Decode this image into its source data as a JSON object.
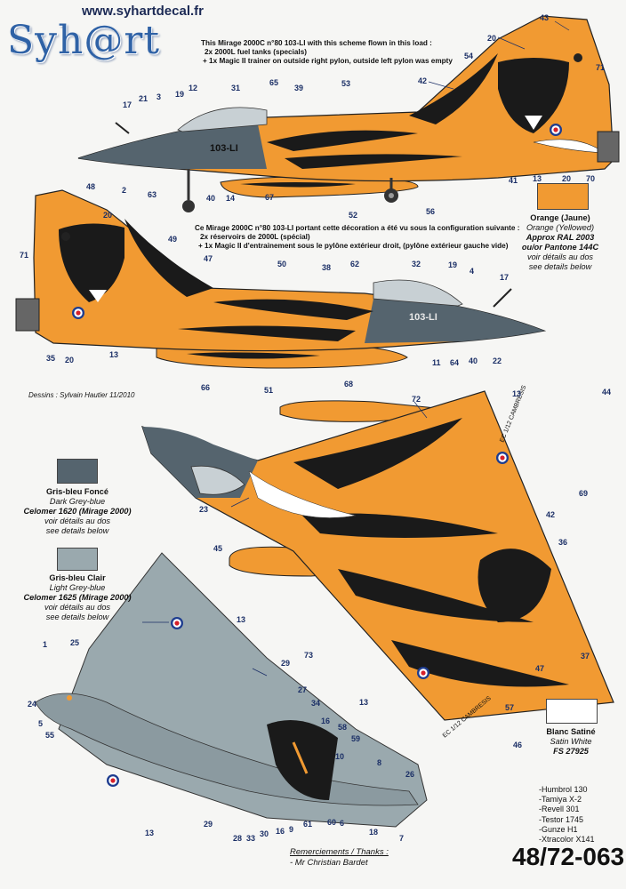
{
  "header": {
    "url": "www.syhartdecal.fr",
    "logo": "Syh@rt"
  },
  "notes": {
    "english": [
      "This Mirage 2000C n°80 103-LI with this scheme flown in this load :",
      "2x 2000L fuel tanks (specials)",
      "+ 1x Magic II trainer on outside right pylon, outside left pylon was empty"
    ],
    "french": [
      "Ce Mirage 2000C n°80 103-LI portant cette décoration a été vu sous la configuration suivante :",
      "2x réservoirs de 2000L (spécial)",
      "+ 1x Magic II d'entrainement sous le pylône extérieur droit, (pylône extérieur gauche vide)"
    ]
  },
  "credit": "Dessins : Sylvain Hautier 11/2010",
  "aircraft_code": "103-LI",
  "roundel_text": "EC 1/12 CAMBRESIS",
  "swatches": {
    "orange": {
      "color": "#f19a32",
      "lines": [
        {
          "text": "Orange (Jaune)",
          "style": "b"
        },
        {
          "text": "Orange (Yellowed)",
          "style": "i"
        },
        {
          "text": "Approx RAL 2003",
          "style": "bi"
        },
        {
          "text": "ou/or Pantone 144C",
          "style": "bi"
        },
        {
          "text": "voir détails au dos",
          "style": "i"
        },
        {
          "text": "see details below",
          "style": "i"
        }
      ]
    },
    "dark_grey": {
      "color": "#55646e",
      "lines": [
        {
          "text": "Gris-bleu Foncé",
          "style": "b"
        },
        {
          "text": "Dark Grey-blue",
          "style": "i"
        },
        {
          "text": "Celomer 1620 (Mirage 2000)",
          "style": "bi"
        },
        {
          "text": "voir détails au dos",
          "style": "i"
        },
        {
          "text": "see details below",
          "style": "i"
        }
      ]
    },
    "light_grey": {
      "color": "#9aa9ae",
      "lines": [
        {
          "text": "Gris-bleu Clair",
          "style": "b"
        },
        {
          "text": "Light Grey-blue",
          "style": "i"
        },
        {
          "text": "Celomer 1625 (Mirage 2000)",
          "style": "bi"
        },
        {
          "text": "voir détails au dos",
          "style": "i"
        },
        {
          "text": "see details below",
          "style": "i"
        }
      ]
    },
    "white": {
      "color": "#ffffff",
      "lines": [
        {
          "text": "Blanc Satiné",
          "style": "b"
        },
        {
          "text": "Satin White",
          "style": "i"
        },
        {
          "text": "FS 27925",
          "style": "bi"
        }
      ]
    }
  },
  "paints": [
    "-Humbrol 130",
    "-Tamiya X-2",
    "-Revell 301",
    "-Testor 1745",
    "-Gunze H1",
    "-Xtracolor X141"
  ],
  "thanks": {
    "title": "Remerciements / Thanks :",
    "name": "- Mr Christian Bardet"
  },
  "reference": "48/72-063",
  "callouts": [
    {
      "id": "c1",
      "text": "43"
    },
    {
      "id": "c2",
      "text": "20"
    },
    {
      "id": "c3",
      "text": "71"
    },
    {
      "id": "c4",
      "text": "54"
    },
    {
      "id": "c5",
      "text": "42"
    },
    {
      "id": "c6",
      "text": "53"
    },
    {
      "id": "c7",
      "text": "39"
    },
    {
      "id": "c8",
      "text": "65"
    },
    {
      "id": "c9",
      "text": "31"
    },
    {
      "id": "c10",
      "text": "12"
    },
    {
      "id": "c11",
      "text": "19"
    },
    {
      "id": "c12",
      "text": "3"
    },
    {
      "id": "c13",
      "text": "21"
    },
    {
      "id": "c14",
      "text": "17"
    },
    {
      "id": "c15",
      "text": "2"
    },
    {
      "id": "c16",
      "text": "63"
    },
    {
      "id": "c17",
      "text": "40"
    },
    {
      "id": "c18",
      "text": "14"
    },
    {
      "id": "c19",
      "text": "67"
    },
    {
      "id": "c20",
      "text": "52"
    },
    {
      "id": "c21",
      "text": "56"
    },
    {
      "id": "c22",
      "text": "41"
    },
    {
      "id": "c23",
      "text": "13"
    },
    {
      "id": "c24",
      "text": "20"
    },
    {
      "id": "c25",
      "text": "70"
    },
    {
      "id": "c26",
      "text": "48"
    },
    {
      "id": "c27",
      "text": "20"
    },
    {
      "id": "c28",
      "text": "49"
    },
    {
      "id": "c29",
      "text": "71"
    },
    {
      "id": "c30",
      "text": "47"
    },
    {
      "id": "c31",
      "text": "50"
    },
    {
      "id": "c32",
      "text": "38"
    },
    {
      "id": "c33",
      "text": "62"
    },
    {
      "id": "c34",
      "text": "32"
    },
    {
      "id": "c35",
      "text": "19"
    },
    {
      "id": "c36",
      "text": "4"
    },
    {
      "id": "c37",
      "text": "17"
    },
    {
      "id": "c38",
      "text": "35"
    },
    {
      "id": "c39",
      "text": "20"
    },
    {
      "id": "c40",
      "text": "13"
    },
    {
      "id": "c41",
      "text": "66"
    },
    {
      "id": "c42",
      "text": "51"
    },
    {
      "id": "c43",
      "text": "68"
    },
    {
      "id": "c44",
      "text": "11"
    },
    {
      "id": "c45",
      "text": "64"
    },
    {
      "id": "c46",
      "text": "40"
    },
    {
      "id": "c47",
      "text": "22"
    },
    {
      "id": "c48",
      "text": "72"
    },
    {
      "id": "c49",
      "text": "13"
    },
    {
      "id": "c50",
      "text": "44"
    },
    {
      "id": "c51",
      "text": "69"
    },
    {
      "id": "c52",
      "text": "23"
    },
    {
      "id": "c53",
      "text": "42"
    },
    {
      "id": "c54",
      "text": "45"
    },
    {
      "id": "c55",
      "text": "36"
    },
    {
      "id": "c56",
      "text": "37"
    },
    {
      "id": "c57",
      "text": "47"
    },
    {
      "id": "c58",
      "text": "73"
    },
    {
      "id": "c59",
      "text": "13"
    },
    {
      "id": "c60",
      "text": "57"
    },
    {
      "id": "c61",
      "text": "46"
    },
    {
      "id": "c62",
      "text": "13"
    },
    {
      "id": "c63",
      "text": "1"
    },
    {
      "id": "c64",
      "text": "25"
    },
    {
      "id": "c65",
      "text": "24"
    },
    {
      "id": "c66",
      "text": "5"
    },
    {
      "id": "c67",
      "text": "55"
    },
    {
      "id": "c68",
      "text": "29"
    },
    {
      "id": "c69",
      "text": "27"
    },
    {
      "id": "c70",
      "text": "34"
    },
    {
      "id": "c71",
      "text": "16"
    },
    {
      "id": "c72",
      "text": "58"
    },
    {
      "id": "c73",
      "text": "59"
    },
    {
      "id": "c74",
      "text": "10"
    },
    {
      "id": "c75",
      "text": "8"
    },
    {
      "id": "c76",
      "text": "26"
    },
    {
      "id": "c77",
      "text": "7"
    },
    {
      "id": "c78",
      "text": "18"
    },
    {
      "id": "c79",
      "text": "6"
    },
    {
      "id": "c80",
      "text": "60"
    },
    {
      "id": "c81",
      "text": "61"
    },
    {
      "id": "c82",
      "text": "9"
    },
    {
      "id": "c83",
      "text": "16"
    },
    {
      "id": "c84",
      "text": "30"
    },
    {
      "id": "c85",
      "text": "33"
    },
    {
      "id": "c86",
      "text": "28"
    },
    {
      "id": "c87",
      "text": "29"
    },
    {
      "id": "c88",
      "text": "13"
    }
  ]
}
